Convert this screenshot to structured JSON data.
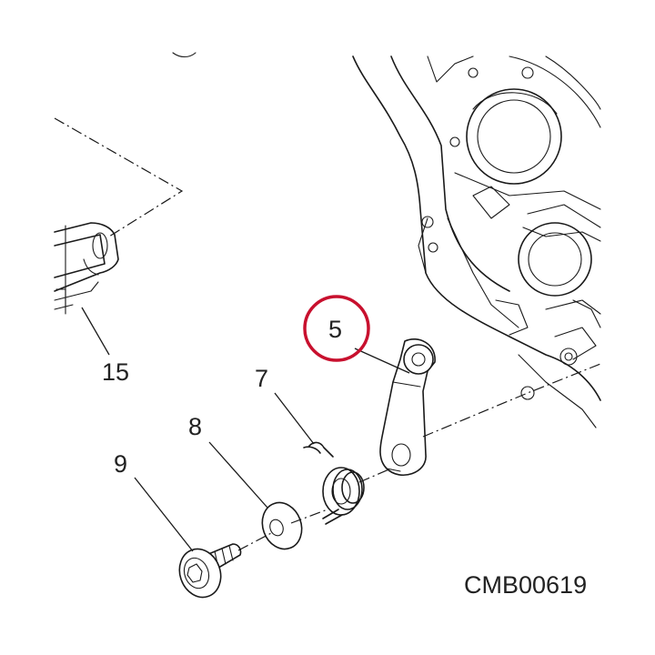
{
  "diagram": {
    "drawing_code": "CMB00619",
    "highlight_color": "#c8102e",
    "line_color": "#1a1a1a",
    "callouts": [
      {
        "id": "c15",
        "number": "15"
      },
      {
        "id": "c9",
        "number": "9"
      },
      {
        "id": "c8",
        "number": "8"
      },
      {
        "id": "c7",
        "number": "7"
      },
      {
        "id": "c5",
        "number": "5",
        "highlighted": true
      }
    ]
  }
}
